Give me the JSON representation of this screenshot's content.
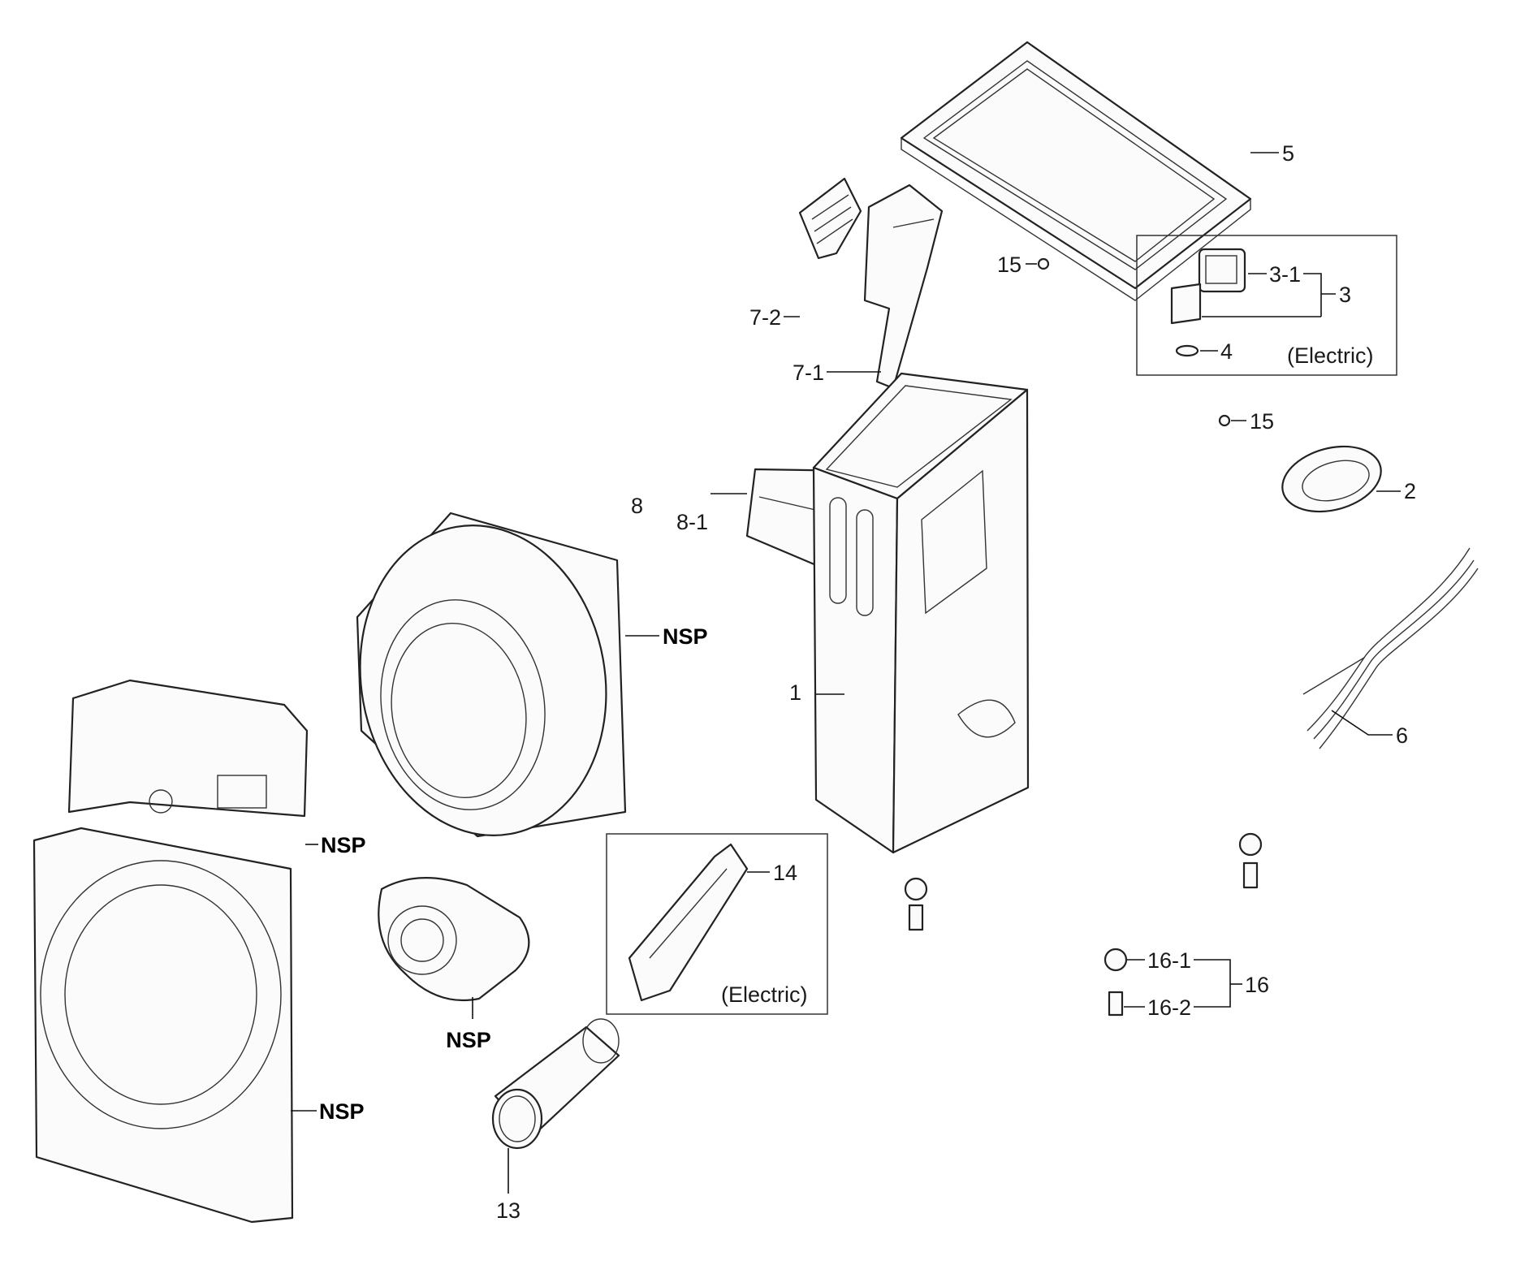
{
  "colors": {
    "line": "#222222",
    "fill": "#fbfbfb",
    "background": "#ffffff"
  },
  "labels": {
    "p1": "1",
    "p2": "2",
    "p3": "3",
    "p3_1": "3-1",
    "p4": "4",
    "p5": "5",
    "p6": "6",
    "p7_1": "7-1",
    "p7_2": "7-2",
    "p8": "8",
    "p8_1": "8-1",
    "p13": "13",
    "p14": "14",
    "p15_top": "15",
    "p15_right": "15",
    "p16": "16",
    "p16_1": "16-1",
    "p16_2": "16-2",
    "nsp_drum": "NSP",
    "nsp_panel": "NSP",
    "nsp_blower": "NSP",
    "nsp_door": "NSP",
    "electric_top": "(Electric)",
    "electric_heater": "(Electric)"
  }
}
